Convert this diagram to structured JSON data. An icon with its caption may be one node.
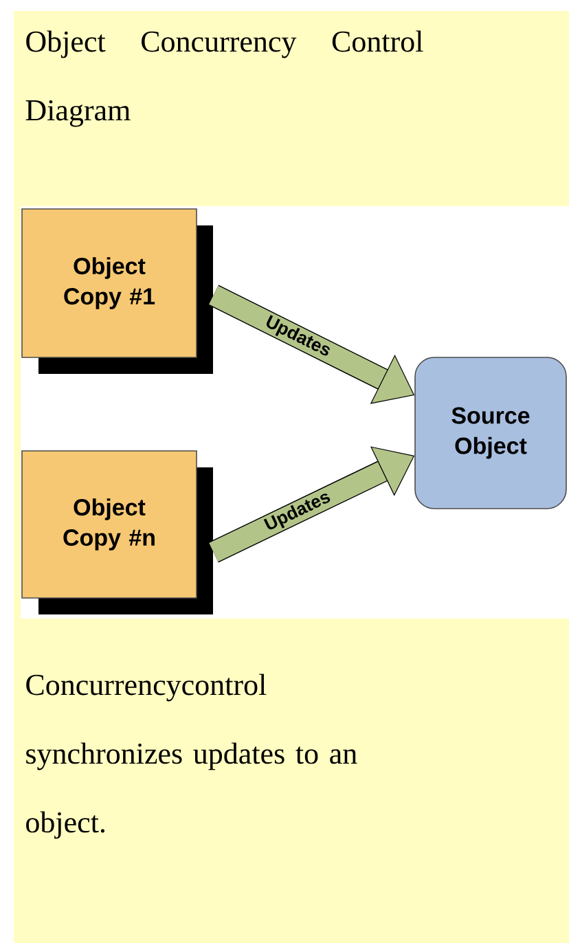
{
  "diagram": {
    "title": "Object Concurrency Control Diagram",
    "nodes": [
      {
        "text": [
          "Object Copy #1"
        ]
      },
      {
        "text": [
          "Object Copy #n"
        ]
      },
      {
        "text": [
          "Source Object"
        ]
      }
    ],
    "edges": [
      {
        "from": 0,
        "to": 2,
        "arrow": "to",
        "label": "Updates"
      },
      {
        "from": 1,
        "to": 2,
        "arrow": "to",
        "label": "Updates"
      }
    ],
    "caption": "Concurrencycontrol synchronizes updates to an object."
  }
}
